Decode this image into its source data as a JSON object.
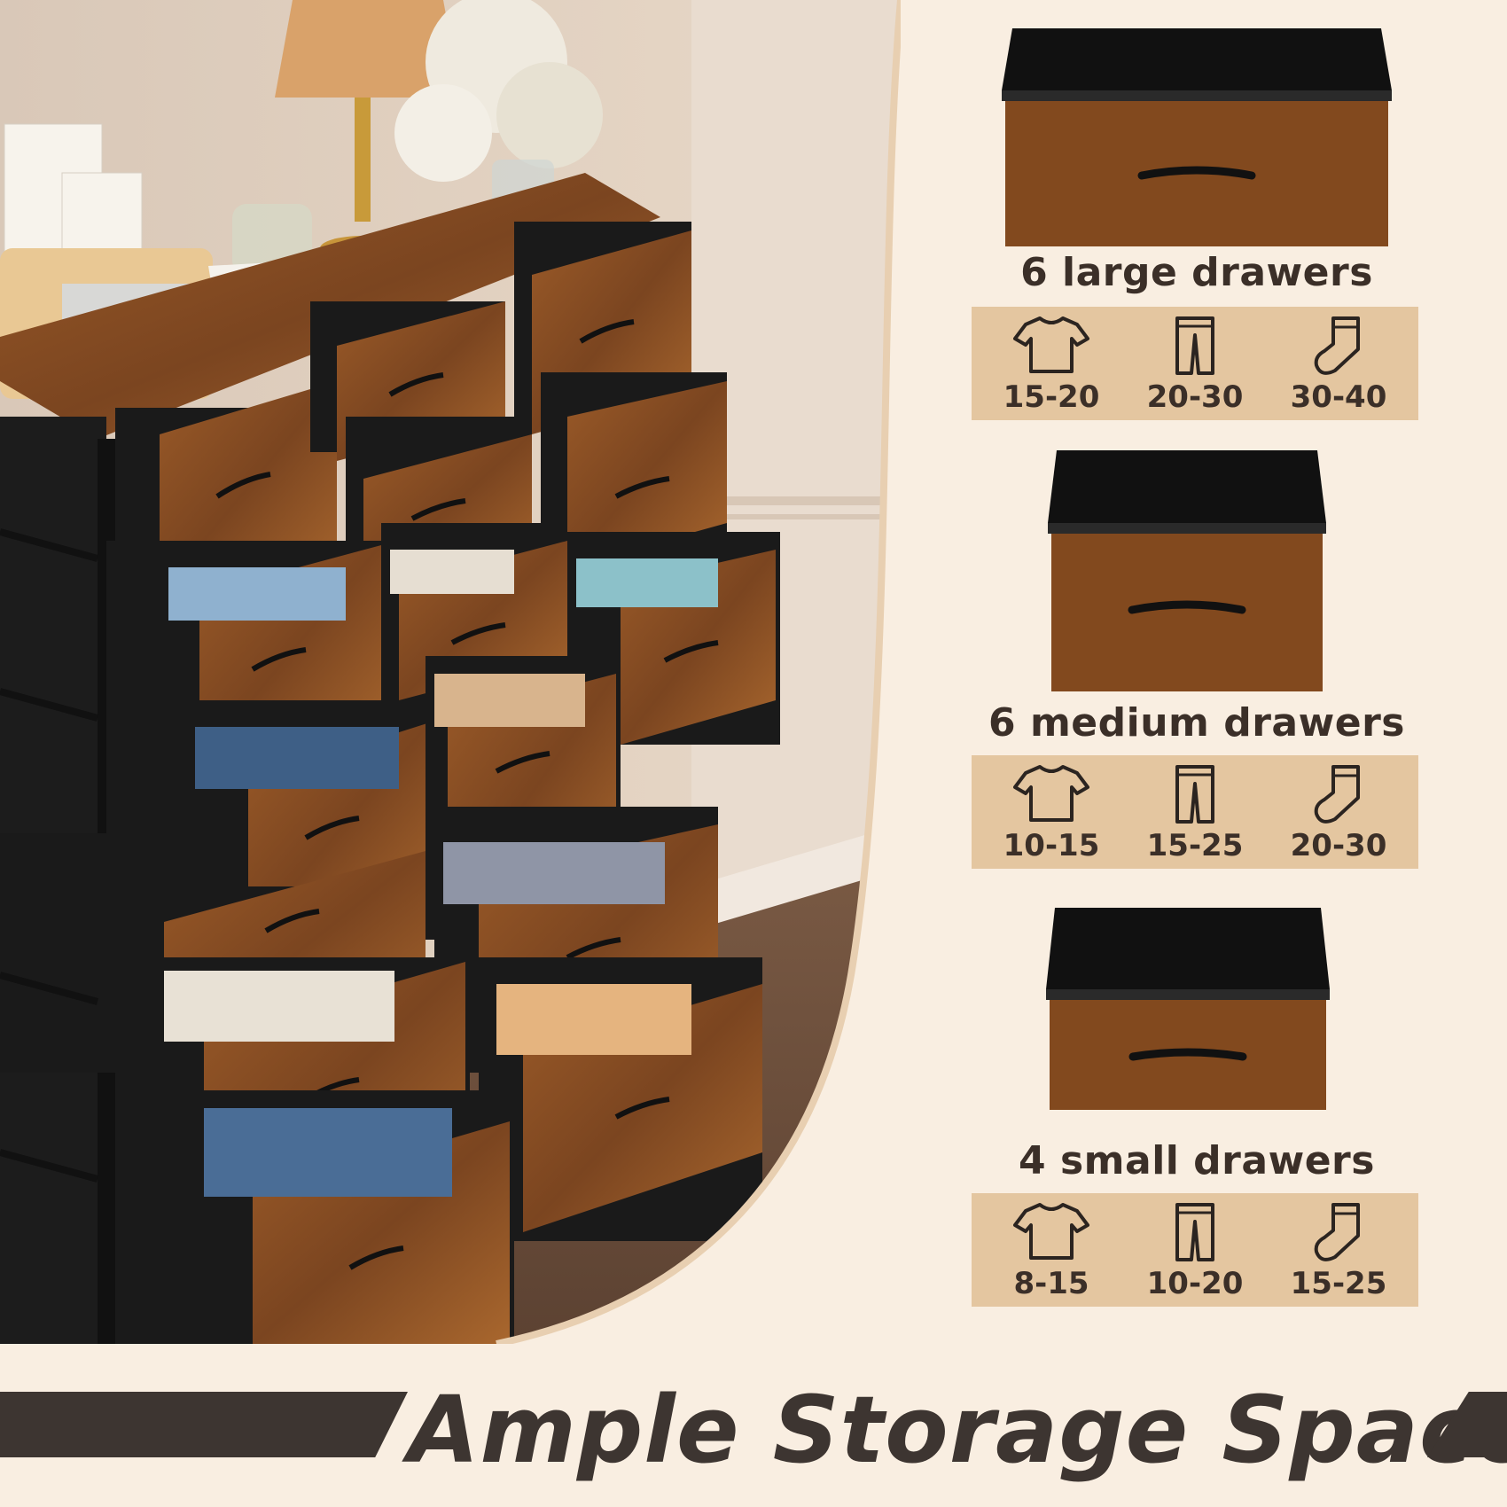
{
  "banner": {
    "title": "Ample Storage Space"
  },
  "drawer_types": [
    {
      "title": "6 large drawers",
      "capacities": [
        {
          "icon": "t-shirt-icon",
          "value": "15-20"
        },
        {
          "icon": "pants-icon",
          "value": "20-30"
        },
        {
          "icon": "sock-icon",
          "value": "30-40"
        }
      ]
    },
    {
      "title": "6 medium drawers",
      "capacities": [
        {
          "icon": "t-shirt-icon",
          "value": "10-15"
        },
        {
          "icon": "pants-icon",
          "value": "15-25"
        },
        {
          "icon": "sock-icon",
          "value": "20-30"
        }
      ]
    },
    {
      "title": "4 small drawers",
      "capacities": [
        {
          "icon": "t-shirt-icon",
          "value": "8-15"
        },
        {
          "icon": "pants-icon",
          "value": "10-20"
        },
        {
          "icon": "sock-icon",
          "value": "15-25"
        }
      ]
    }
  ],
  "colors": {
    "background": "#f9eee1",
    "band": "#e4c6a0",
    "text": "#3b2f28",
    "banner": "#3d3531",
    "wood": "#8a4f22"
  }
}
